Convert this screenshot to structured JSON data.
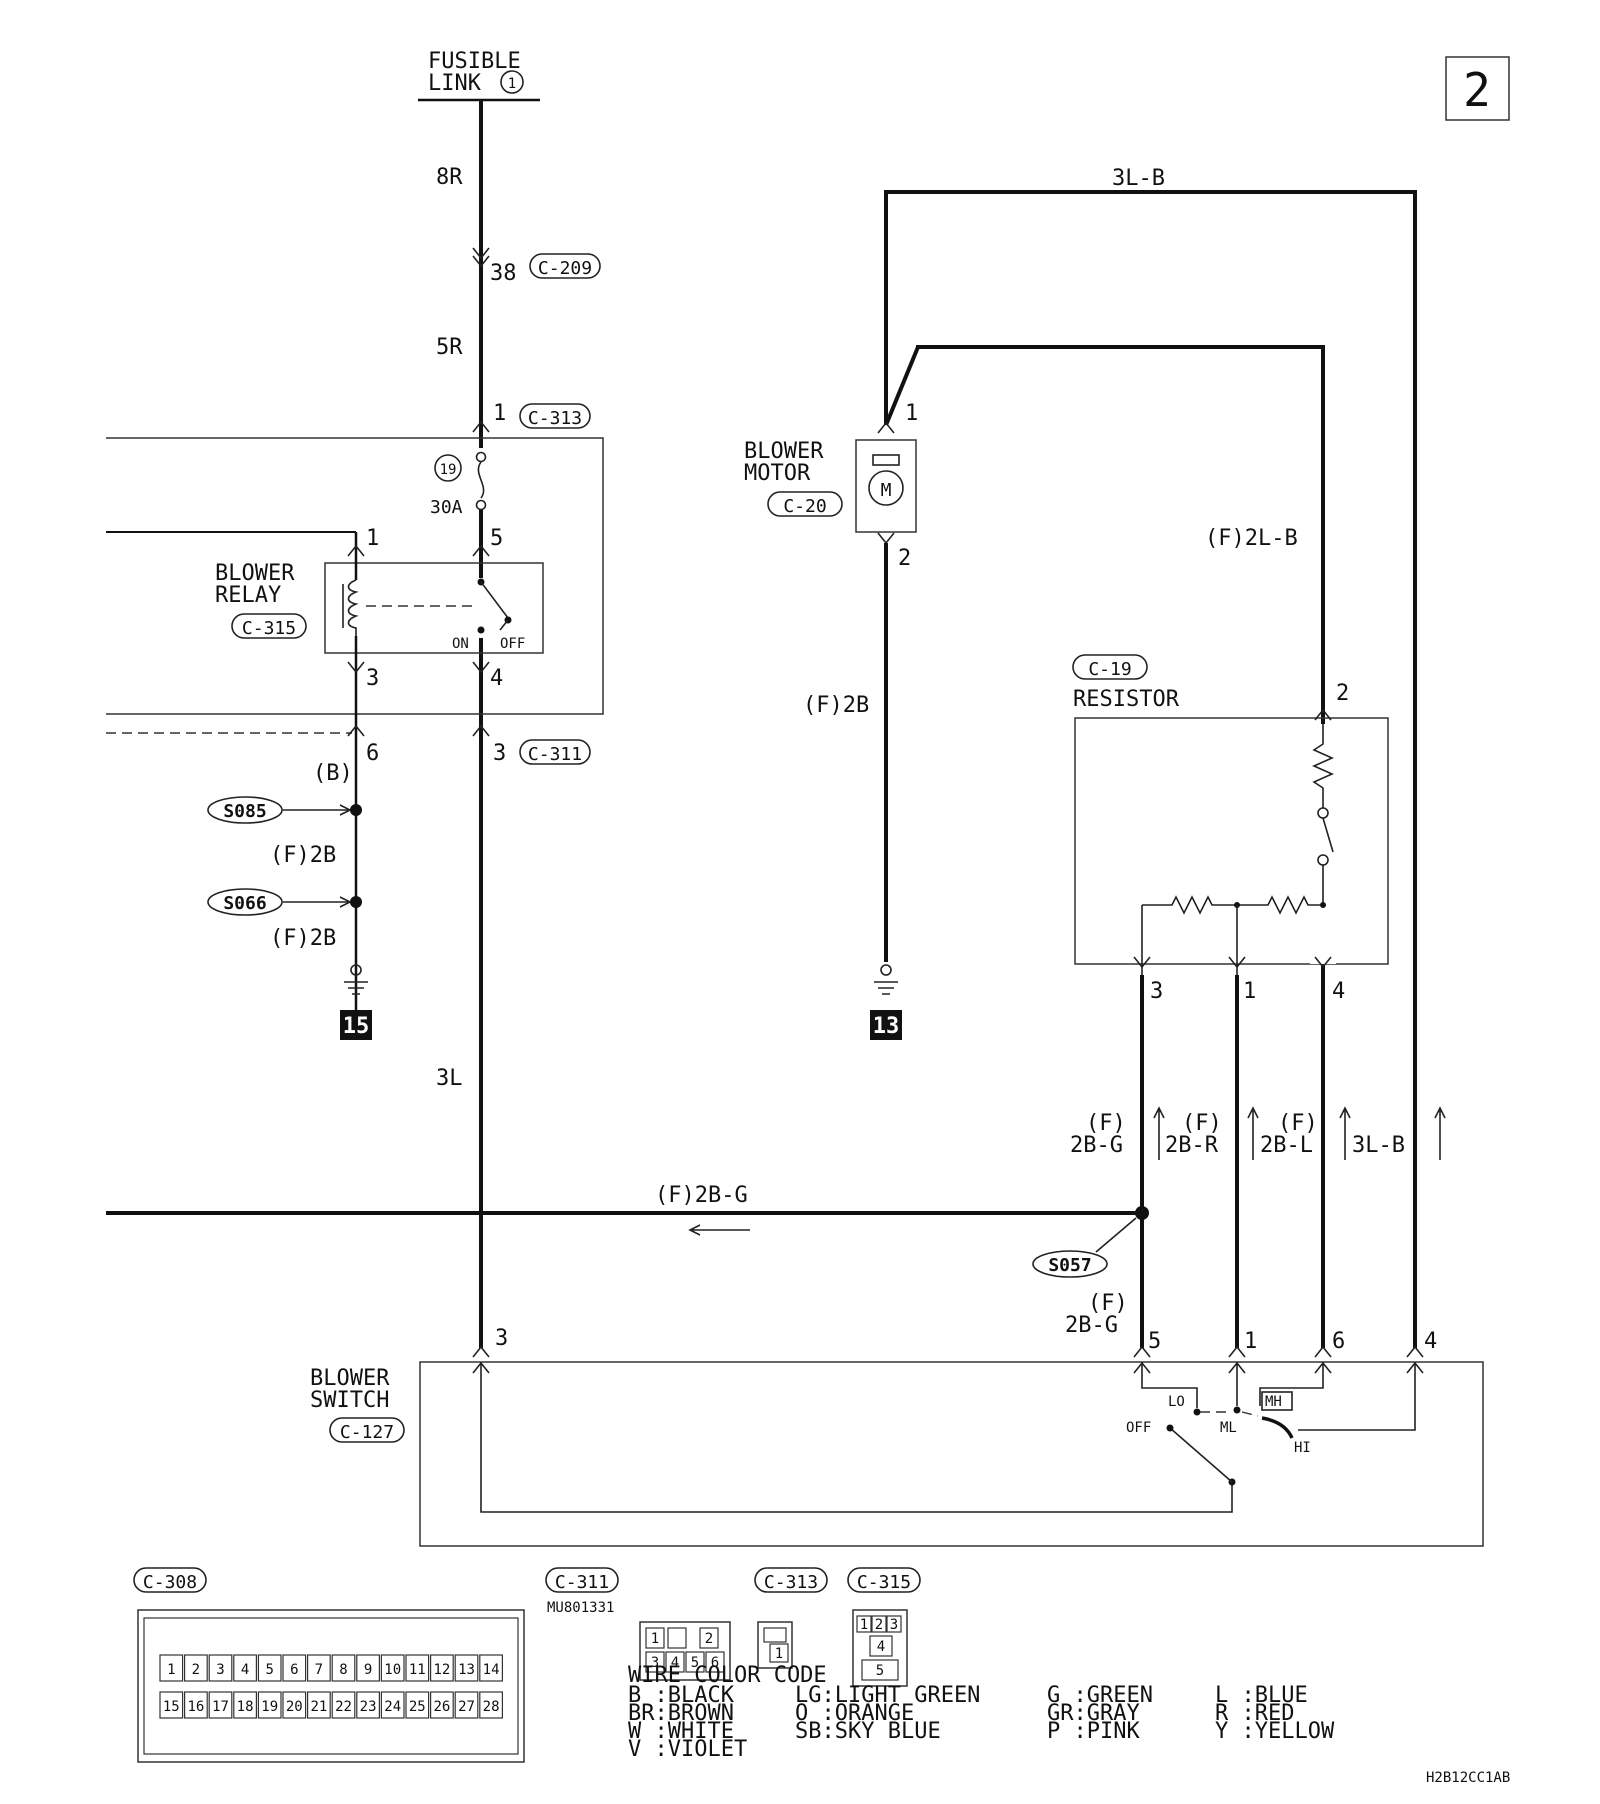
{
  "page_number": "2",
  "fusible_link": {
    "line1": "FUSIBLE",
    "line2": "LINK",
    "number": "1"
  },
  "wires": {
    "w_8r": "8R",
    "w_5r": "5R",
    "w_3l": "3L",
    "w_3lb_top": "3L-B",
    "w_f2lb": "(F)2L-B",
    "w_f2b_motor": "(F)2B",
    "w_b": "(B)",
    "w_f2b_1": "(F)2B",
    "w_f2b_2": "(F)2B",
    "w_f2bg_h": "(F)2B-G",
    "w_f2bg_v": {
      "f": "(F)",
      "c": "2B-G"
    },
    "w_f2br": {
      "f": "(F)",
      "c": "2B-R"
    },
    "w_f2bl": {
      "f": "(F)",
      "c": "2B-L"
    },
    "w_3lb_v": "3L-B",
    "w_f2bg_low": {
      "f": "(F)",
      "c": "2B-G"
    }
  },
  "connectors": {
    "c209": "C-209",
    "c313": "C-313",
    "c315": "C-315",
    "c311": "C-311",
    "c20": "C-20",
    "c19": "C-19",
    "c127": "C-127",
    "c308": "C-308",
    "c311_part": "MU801331"
  },
  "pins": {
    "p38": "38",
    "c313_1": "1",
    "c313_5": "5",
    "relay_1": "1",
    "relay_3": "3",
    "relay_4": "4",
    "c311_6": "6",
    "c311_3": "3",
    "motor_1": "1",
    "motor_2": "2",
    "res_2": "2",
    "res_3": "3",
    "res_1": "1",
    "res_4": "4",
    "sw_3": "3",
    "sw_5": "5",
    "sw_1": "1",
    "sw_6": "6",
    "sw_4": "4"
  },
  "components": {
    "fuse_num": "19",
    "fuse_rating": "30A",
    "relay": {
      "line1": "BLOWER",
      "line2": "RELAY",
      "on": "ON",
      "off": "OFF"
    },
    "motor": {
      "line1": "BLOWER",
      "line2": "MOTOR",
      "symbol": "M"
    },
    "resistor": "RESISTOR",
    "switch": {
      "line1": "BLOWER",
      "line2": "SWITCH",
      "off": "OFF",
      "lo": "LO",
      "ml": "ML",
      "mh": "MH",
      "hi": "HI"
    }
  },
  "splices": {
    "s085": "S085",
    "s066": "S066",
    "s057": "S057"
  },
  "grounds": {
    "g15": "15",
    "g13": "13"
  },
  "connector_faces": {
    "c308_top": [
      "1",
      "2",
      "3",
      "4",
      "5",
      "6",
      "7",
      "8",
      "9",
      "10",
      "11",
      "12",
      "13",
      "14"
    ],
    "c308_bottom": [
      "15",
      "16",
      "17",
      "18",
      "19",
      "20",
      "21",
      "22",
      "23",
      "24",
      "25",
      "26",
      "27",
      "28"
    ],
    "c311_top": [
      "1",
      "",
      "2"
    ],
    "c311_bottom": [
      "3",
      "4",
      "5",
      "6"
    ],
    "c313": [
      "1"
    ],
    "c315_top": [
      "1",
      "2",
      "3"
    ],
    "c315_mid": "4",
    "c315_bottom": "5"
  },
  "wire_color_code": {
    "title": "WIRE COLOR CODE",
    "col1": [
      "B :BLACK",
      "BR:BROWN",
      "W :WHITE",
      "V :VIOLET"
    ],
    "col2": [
      "LG:LIGHT GREEN",
      "O :ORANGE",
      "SB:SKY BLUE"
    ],
    "col3": [
      "G :GREEN",
      "GR:GRAY",
      "P :PINK"
    ],
    "col4": [
      "L :BLUE",
      "R :RED",
      "Y :YELLOW"
    ]
  },
  "doc_code": "H2B12CC1AB"
}
